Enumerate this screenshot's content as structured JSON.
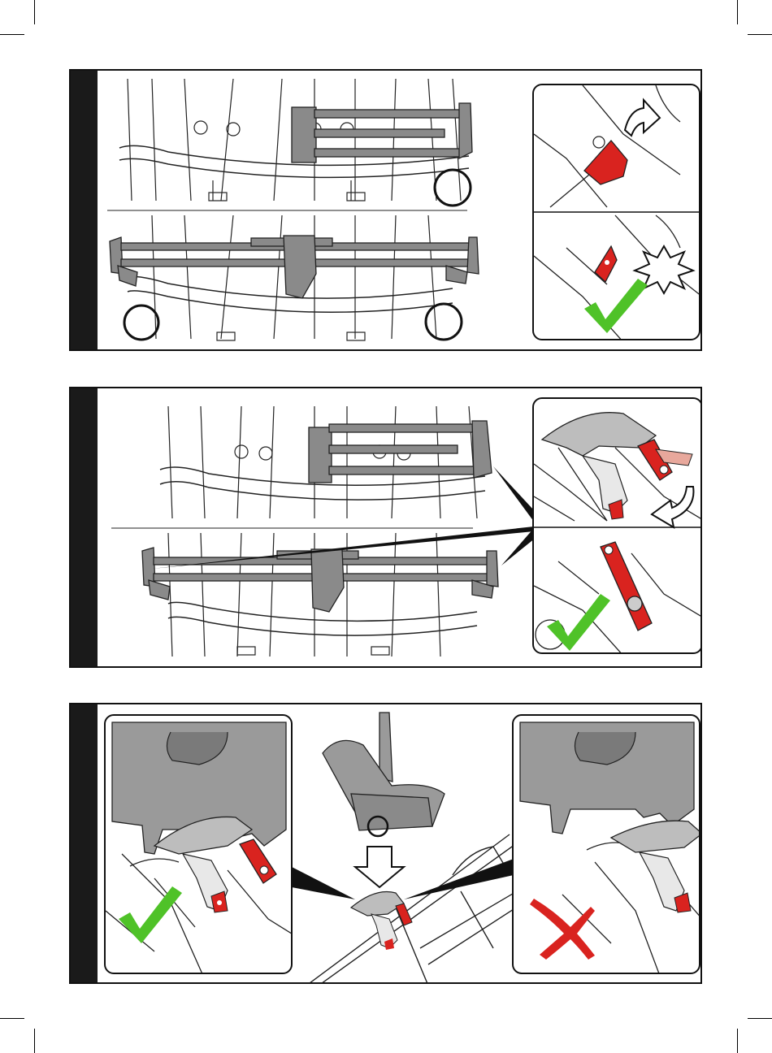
{
  "page": {
    "panel_count": 3
  },
  "colors": {
    "accent_red": "#d9231f",
    "check_green": "#4fc228",
    "frame_grey": "#7a7a7a",
    "dark_bar": "#1a1a1a",
    "seat_grey": "#9a9a9a"
  },
  "panels": [
    {
      "step": "attach-adapter-single",
      "insets": [
        "lever-open-arrow-icon",
        "lever-closed-click-icon"
      ],
      "status": [
        "",
        "correct"
      ]
    },
    {
      "step": "lock-adapter-lever",
      "insets": [
        "lever-rotate-arrow-icon",
        "lever-locked-icon"
      ],
      "status": [
        "",
        "correct"
      ]
    },
    {
      "step": "mount-car-seat",
      "insets": [
        "seat-engaged",
        "seat-not-engaged"
      ],
      "status": [
        "correct",
        "incorrect"
      ]
    }
  ],
  "icons": {
    "check": "check-icon",
    "cross": "cross-icon",
    "arrow_down": "arrow-down-icon",
    "click_burst": "click-burst-icon",
    "rotate_arrow": "rotate-arrow-icon"
  }
}
